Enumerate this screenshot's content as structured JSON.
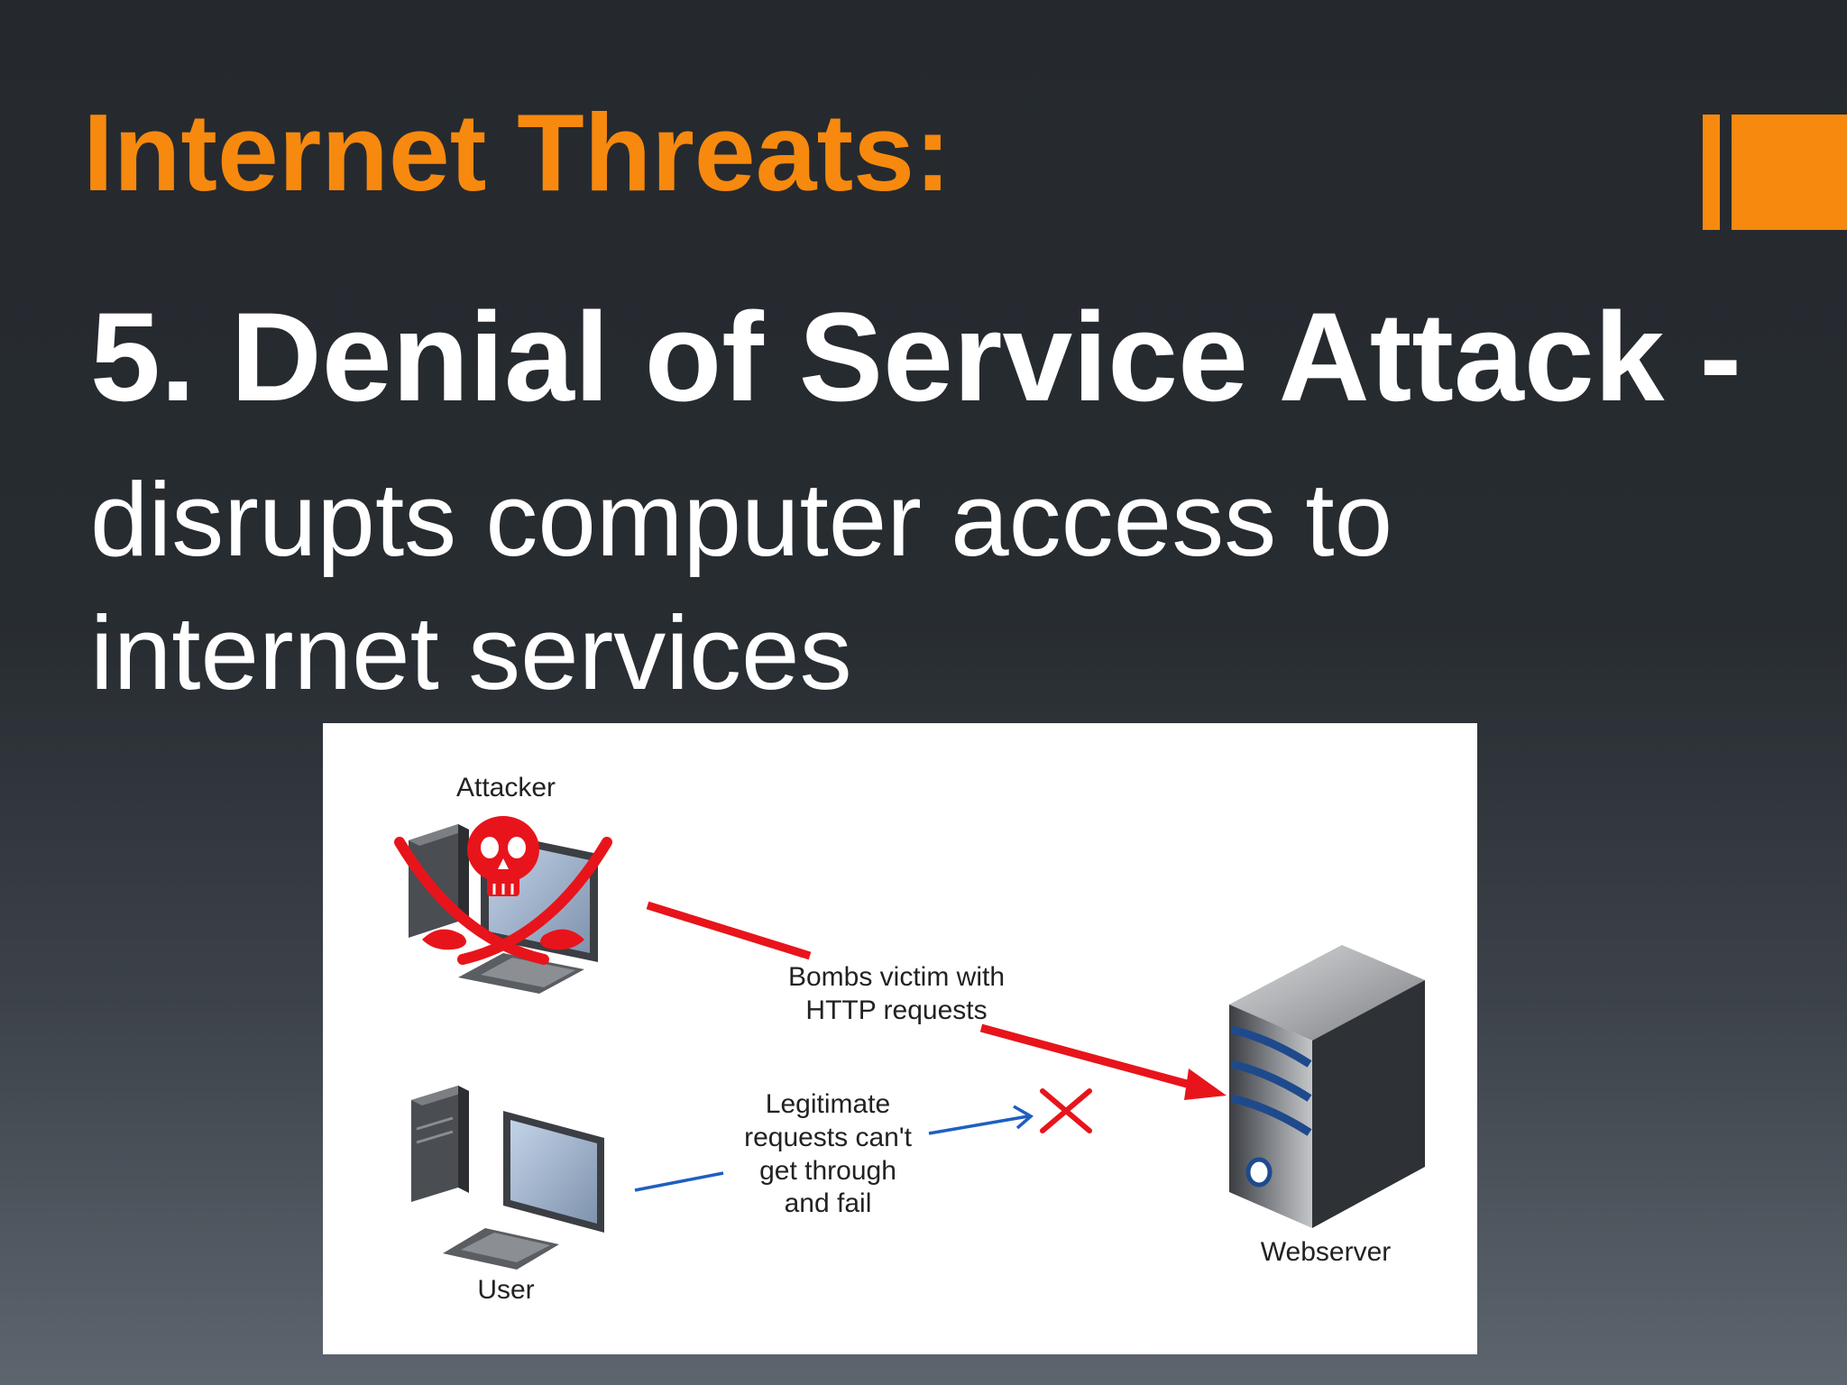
{
  "slide": {
    "title": "Internet Threats:",
    "headline": "5. Denial of Service Attack -",
    "description_lines": [
      "disrupts computer access to",
      "internet services"
    ],
    "accent_color": "#f7890e"
  },
  "diagram": {
    "attacker_label": "Attacker",
    "user_label": "User",
    "webserver_label": "Webserver",
    "attack_label_lines": [
      "Bombs victim with",
      "HTTP requests"
    ],
    "legit_label_lines": [
      "Legitimate",
      "requests can't",
      "get through",
      "and fail"
    ],
    "icons": [
      "pirate-skull-icon",
      "computer-icon",
      "server-icon",
      "x-mark-icon"
    ],
    "colors": {
      "attack": "#e8141b",
      "legit": "#1f5fbf",
      "server_stripe": "#1e4a8c"
    }
  }
}
